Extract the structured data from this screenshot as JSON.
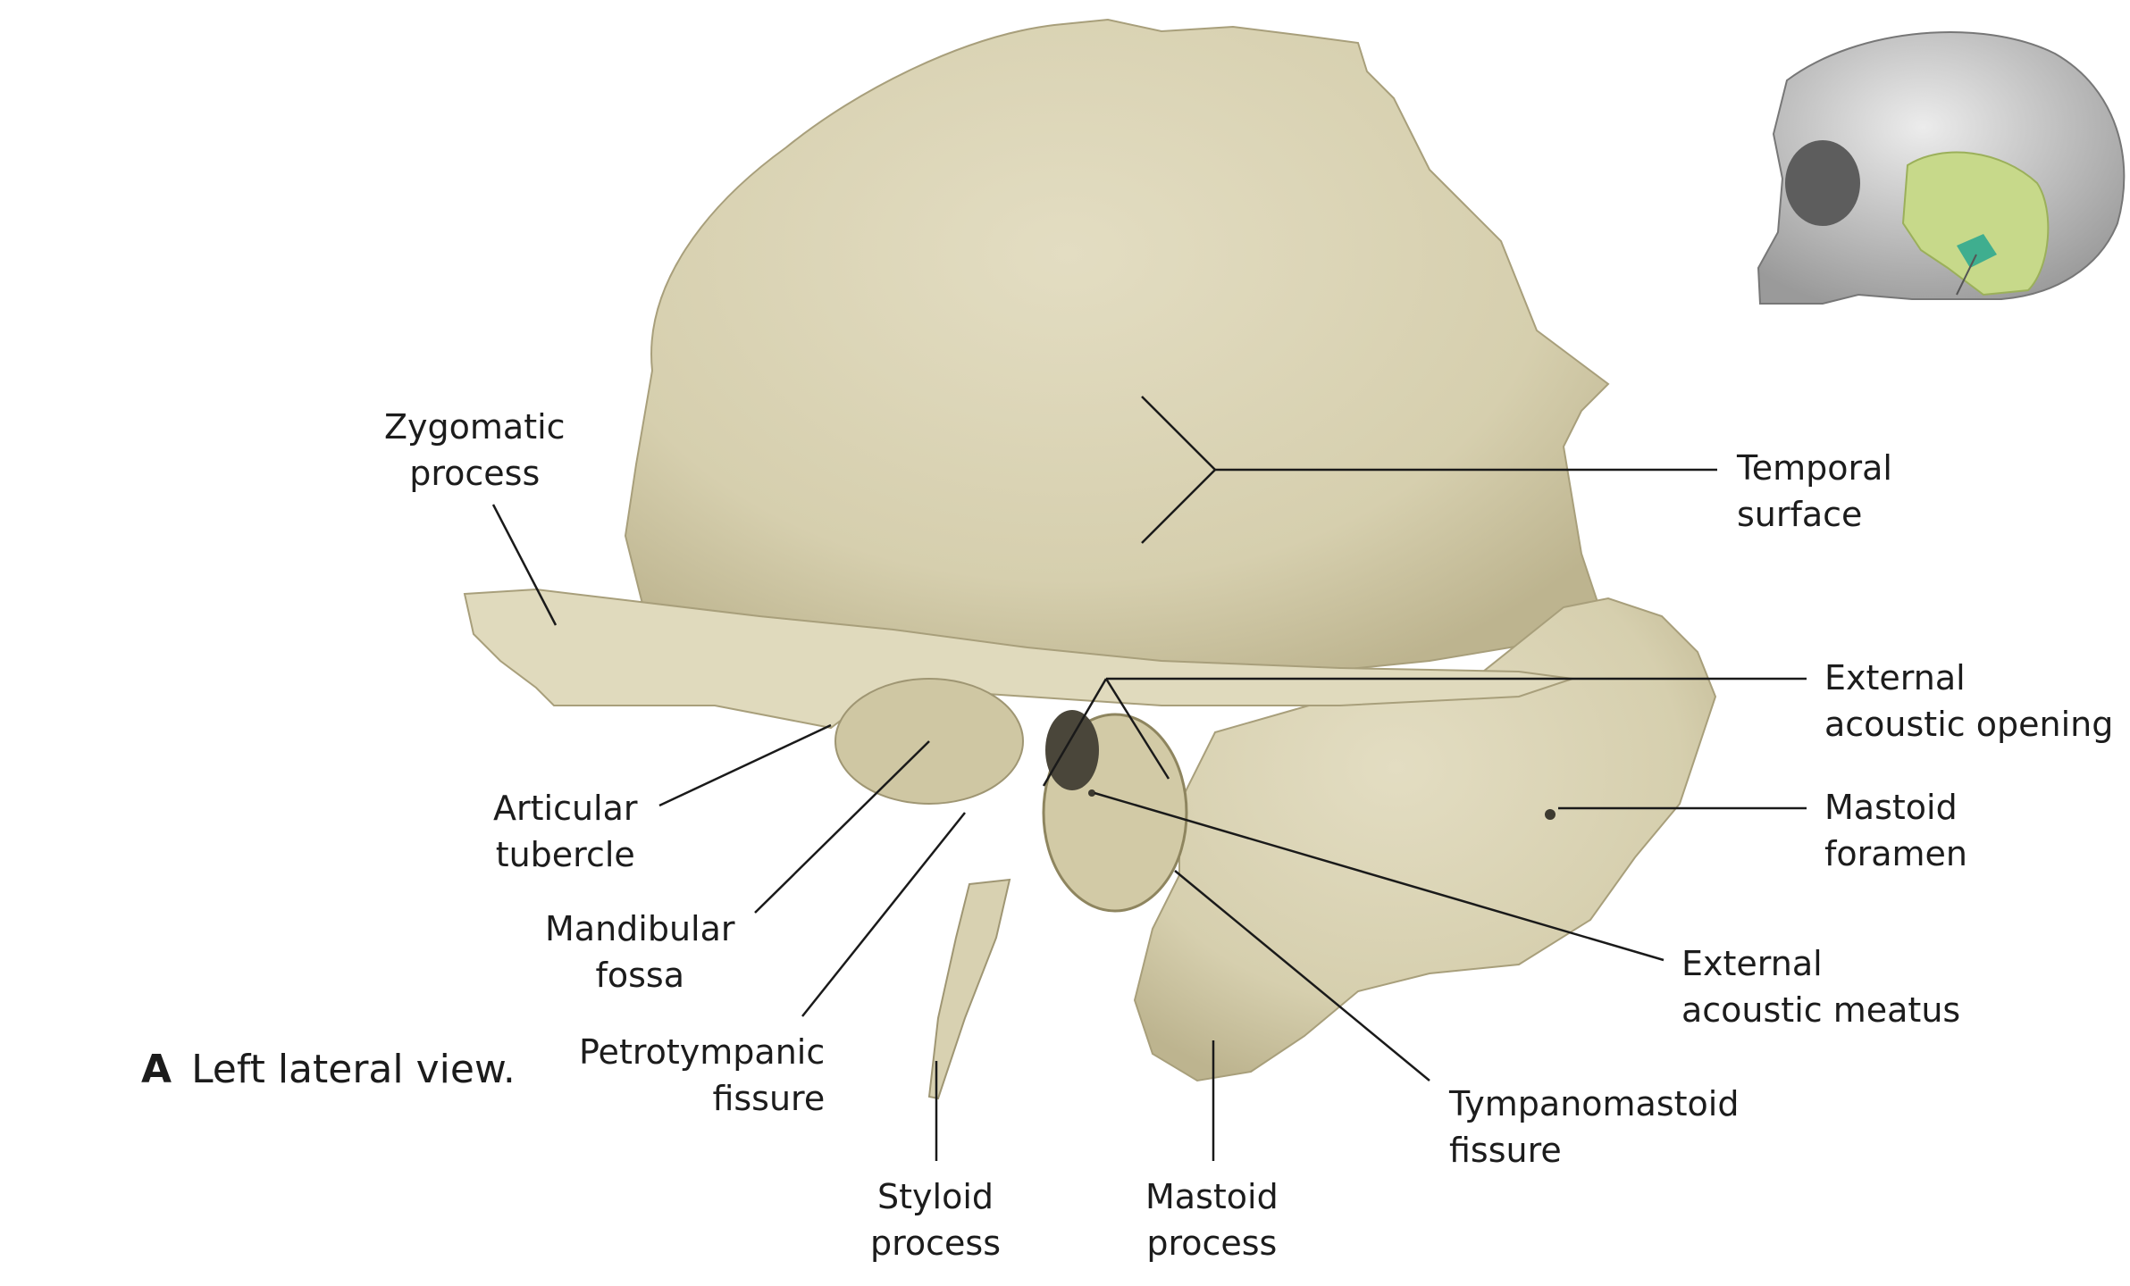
{
  "labels": {
    "zygomatic": [
      "Zygomatic",
      "process"
    ],
    "temporal": [
      "Temporal",
      "surface"
    ],
    "ext_opening": [
      "External",
      "acoustic opening"
    ],
    "mastoid_foramen": [
      "Mastoid",
      "foramen"
    ],
    "articular": [
      "Articular",
      "tubercle"
    ],
    "mandibular": [
      "Mandibular",
      "fossa"
    ],
    "petrotympanic": [
      "Petrotympanic",
      "fissure"
    ],
    "ext_meatus": [
      "External",
      "acoustic meatus"
    ],
    "tympanomastoid": [
      "Tympanomastoid",
      "fissure"
    ],
    "styloid": [
      "Styloid",
      "process"
    ],
    "mastoid_process": [
      "Mastoid",
      "process"
    ]
  },
  "caption": {
    "letter": "A",
    "text": "Left lateral view."
  },
  "colors": {
    "bone": "#d9d2b4",
    "bone_shadow": "#b9b08c",
    "highlight": "#c7d98a",
    "leader": "#1a1a1a"
  }
}
